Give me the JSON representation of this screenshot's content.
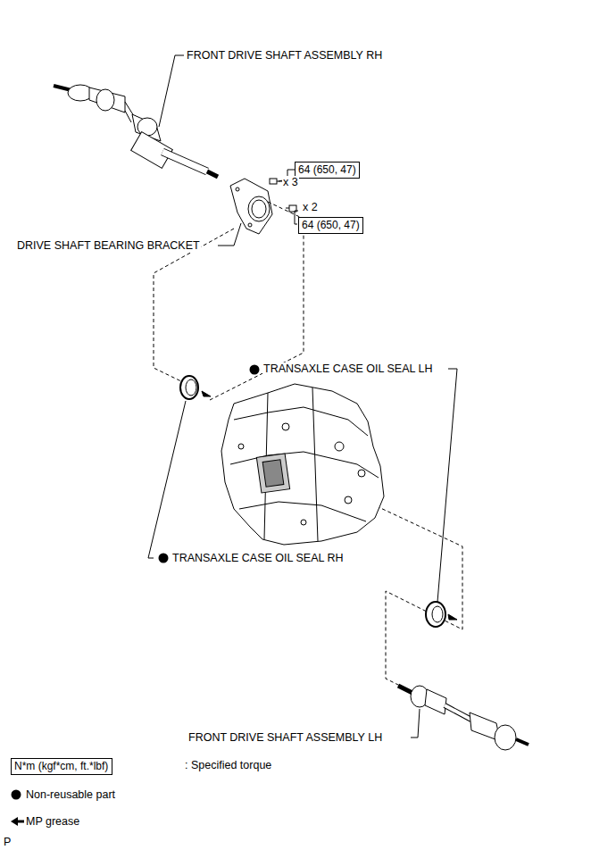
{
  "diagram": {
    "nodes": [
      {
        "text": [
          "64 (650, 47)"
        ]
      },
      {
        "text": [
          "64 (650, 47)"
        ]
      },
      {
        "text": [
          "N*m (kgf*cm, ft.*lbf)"
        ]
      }
    ],
    "labels": [
      "FRONT DRIVE SHAFT ASSEMBLY RH",
      "x 3",
      "x 2",
      "DRIVE SHAFT BEARING BRACKET",
      "TRANSAXLE CASE OIL SEAL LH",
      "TRANSAXLE CASE OIL SEAL RH",
      "FRONT DRIVE SHAFT ASSEMBLY LH",
      ": Specified torque",
      "P"
    ],
    "legend": [
      {
        "text": "Non-reusable part"
      },
      {
        "text": "MP grease"
      }
    ]
  }
}
